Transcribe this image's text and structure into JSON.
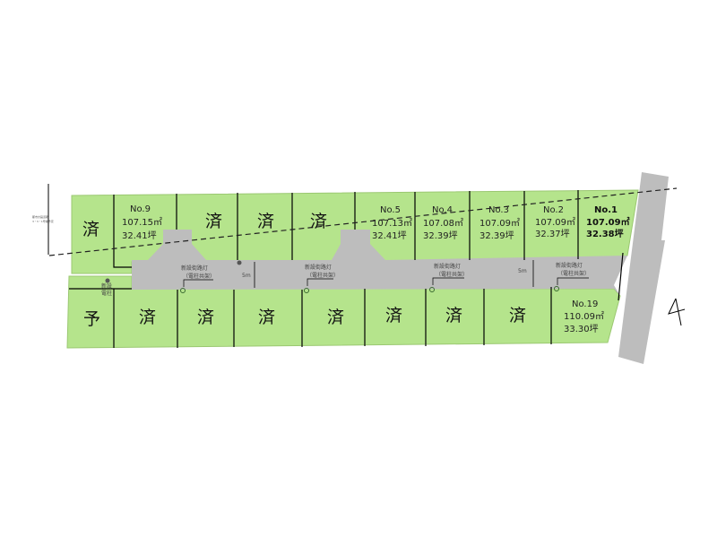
{
  "plan_note": [
    "都市計画道路",
    "3・3・1号線予定"
  ],
  "sold_mark": "済",
  "reserved_mark": "予",
  "top_row": [
    {
      "status": "済"
    },
    {
      "no": "No.9",
      "area": "107.15㎡",
      "tsubo": "32.41坪"
    },
    {
      "status": "済"
    },
    {
      "status": "済"
    },
    {
      "status": "済"
    },
    {
      "no": "No.5",
      "area": "107.13㎡",
      "tsubo": "32.41坪"
    },
    {
      "no": "No.4",
      "area": "107.08㎡",
      "tsubo": "32.39坪"
    },
    {
      "no": "No.3",
      "area": "107.09㎡",
      "tsubo": "32.39坪"
    },
    {
      "no": "No.2",
      "area": "107.09㎡",
      "tsubo": "32.37坪"
    },
    {
      "no": "No.1",
      "area": "107.09㎡",
      "tsubo": "32.38坪"
    }
  ],
  "bottom_row": [
    {
      "status": "予"
    },
    {
      "status": "済"
    },
    {
      "status": "済"
    },
    {
      "status": "済"
    },
    {
      "status": "済"
    },
    {
      "status": "済"
    },
    {
      "status": "済"
    },
    {
      "status": "済"
    },
    {
      "no": "No.19",
      "area": "110.09㎡",
      "tsubo": "33.30坪"
    }
  ],
  "street_light": {
    "line1": "新設街路灯",
    "line2": "（電柱共架）"
  },
  "new_pole": {
    "line1": "新設",
    "line2": "電柱"
  },
  "road_width": "5m",
  "north_symbol": "N"
}
